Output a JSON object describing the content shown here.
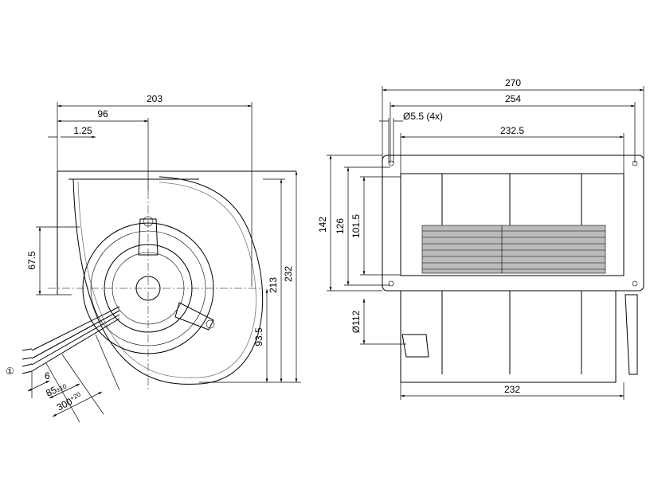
{
  "left_view": {
    "dims": {
      "width_overall": "203",
      "width_to_center": "96",
      "offset": "1.25",
      "height_cable": "67.5",
      "height_232": "232",
      "height_213": "213",
      "height_center": "93.5"
    },
    "cable": {
      "callout": "①",
      "strip": "6",
      "length_85": "85",
      "tol_85": "±10",
      "length_300": "300",
      "tol_300": "+20"
    }
  },
  "right_view": {
    "dims": {
      "width_270": "270",
      "width_254": "254",
      "hole": "Ø5.5 (4x)",
      "width_232_5": "232.5",
      "height_142": "142",
      "height_126": "126",
      "height_101_5": "101.5",
      "diameter_112": "Ø112",
      "width_232": "232"
    }
  }
}
